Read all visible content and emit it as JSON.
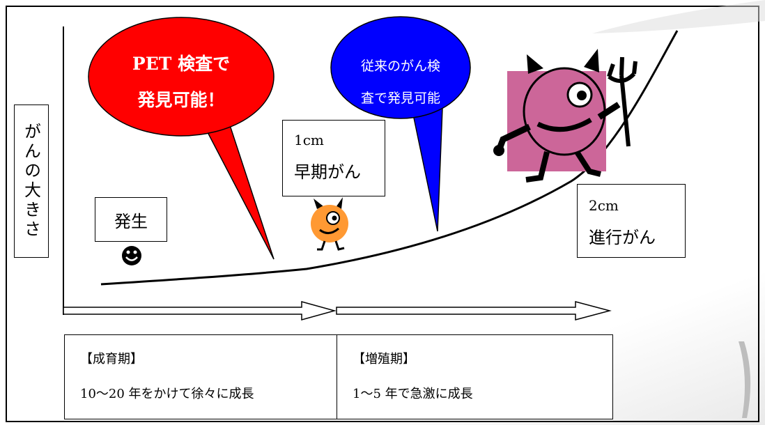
{
  "y_axis_label": "がんの大きさ",
  "stages": {
    "onset": {
      "label": "発生"
    },
    "early": {
      "size": "1cm",
      "label": "早期がん"
    },
    "advanced": {
      "size": "2cm",
      "label": "進行がん"
    }
  },
  "callouts": {
    "pet": {
      "line1": "PET 検査で",
      "line2": "発見可能！",
      "color": "#ff0000"
    },
    "conventional": {
      "line1": "従来のがん検",
      "line2": "査で発見可能",
      "color": "#0000ff"
    }
  },
  "phases": [
    {
      "title": "【成育期】",
      "description": "10〜20 年をかけて徐々に成長"
    },
    {
      "title": "【増殖期】",
      "description": "1〜5 年で急激に成長"
    }
  ],
  "colors": {
    "monster_pink": "#cc6699",
    "monster_orange": "#ff9933"
  },
  "icons": [
    "smiley-icon",
    "small-devil-icon",
    "large-devil-icon"
  ]
}
